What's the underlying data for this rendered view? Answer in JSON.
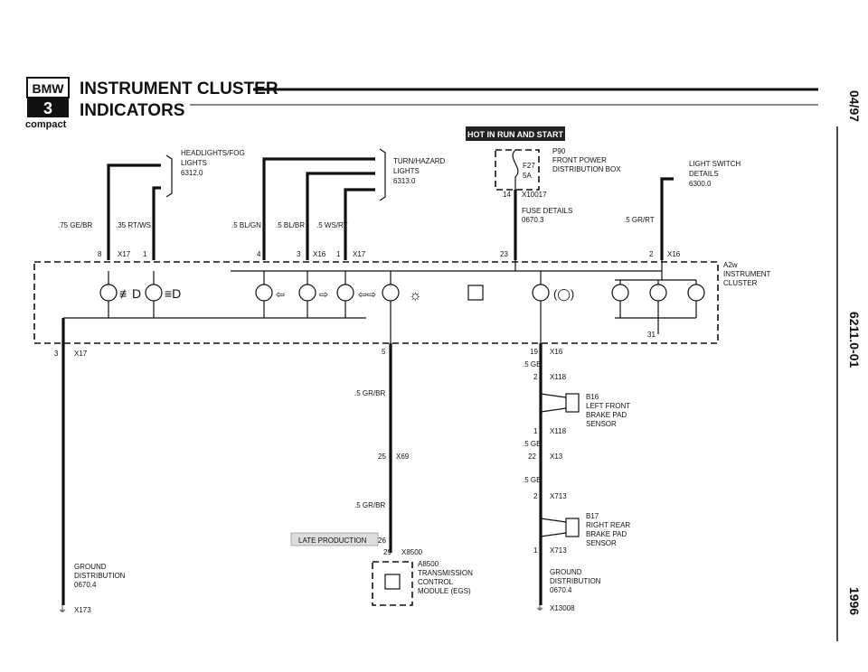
{
  "header": {
    "model_badge": "3",
    "brand_badge": "BMW",
    "series": "compact",
    "title_main": "INSTRUMENT CLUSTER",
    "title_sub": "INDICATORS"
  },
  "side_text": {
    "date": "04/97",
    "doc_number": "6211.0-01",
    "year": "1996"
  },
  "banners": {
    "hot_in_run": "HOT IN RUN AND START",
    "late_production": "LATE PRODUCTION"
  },
  "legends": {
    "headlights": [
      "HEADLIGHTS/FOG",
      "LIGHTS",
      "6312.0"
    ],
    "turn_hazard": [
      "TURN/HAZARD",
      "LIGHTS",
      "6313.0"
    ],
    "fuse": [
      "F27",
      "5A"
    ],
    "front_power": [
      "P90",
      "FRONT POWER",
      "DISTRIBUTION BOX"
    ],
    "fuse_details": [
      "X10017",
      "FUSE DETAILS",
      "0670.3"
    ],
    "light_switch": [
      "LIGHT SWITCH",
      "DETAILS",
      "6300.0"
    ],
    "cluster": [
      "A2w",
      "INSTRUMENT",
      "CLUSTER"
    ],
    "left_sensor": [
      "B16",
      "LEFT FRONT",
      "BRAKE PAD",
      "SENSOR"
    ],
    "right_sensor": [
      "B17",
      "RIGHT REAR",
      "BRAKE PAD",
      "SENSOR"
    ],
    "transmission": [
      "A8500",
      "TRANSMISSION",
      "CONTROL",
      "MODULE (EGS)"
    ],
    "ground_left": [
      "GROUND",
      "DISTRIBUTION",
      "0670.4",
      "X173"
    ],
    "ground_right": [
      "GROUND",
      "DISTRIBUTION",
      "0670.4",
      "X13008"
    ]
  },
  "wires": {
    "ge_br": ".75 GE/BR",
    "rt_ws": ".35 RT/WS",
    "bl_gn": ".5 BL/GN",
    "bl_br": ".5 BL/BR",
    "ws_rt": ".5 WS/RT",
    "gr_rt": ".5 GR/RT",
    "gr_br_1": ".5 GR/BR",
    "gr_br_2": ".5 GR/BR",
    "ge_1": ".5 GE",
    "ge_2": ".5 GE",
    "ge_3": ".5 GE"
  },
  "connectors": {
    "x17_top": "X17",
    "x17_top_pin": "8",
    "x17_top_pin2": "1",
    "x16_mid": "X16",
    "x16_mid_pin": "3",
    "x17_mid": "X17",
    "x17_mid_pin": "1",
    "pin_4": "4",
    "pin_14": "14",
    "pin_23": "23",
    "x16_right": "X16",
    "x16_right_pin": "2",
    "pin_31": "31",
    "x17_bottom": "X17",
    "x17_bottom_pin": "3",
    "pin_5": "5",
    "x16_lower": "X16",
    "x16_lower_pin": "19",
    "x118_a": "X118",
    "x118_a_pin": "2",
    "x118_b": "X118",
    "x118_b_pin": "1",
    "x13": "X13",
    "x13_pin": "22",
    "x713_a": "X713",
    "x713_a_pin": "2",
    "x713_b": "X713",
    "x713_b_pin": "1",
    "x69": "X69",
    "x69_pin": "25",
    "x8500": "X8500",
    "x8500_pin": "29",
    "late_pin": "26"
  },
  "indicator_icons": [
    "fog-light-icon",
    "high-beam-icon",
    "turn-left-icon",
    "turn-right-icon",
    "trailer-turn-icon",
    "light-bulb-warning-icon",
    "transmission-icon",
    "brake-pad-icon"
  ]
}
